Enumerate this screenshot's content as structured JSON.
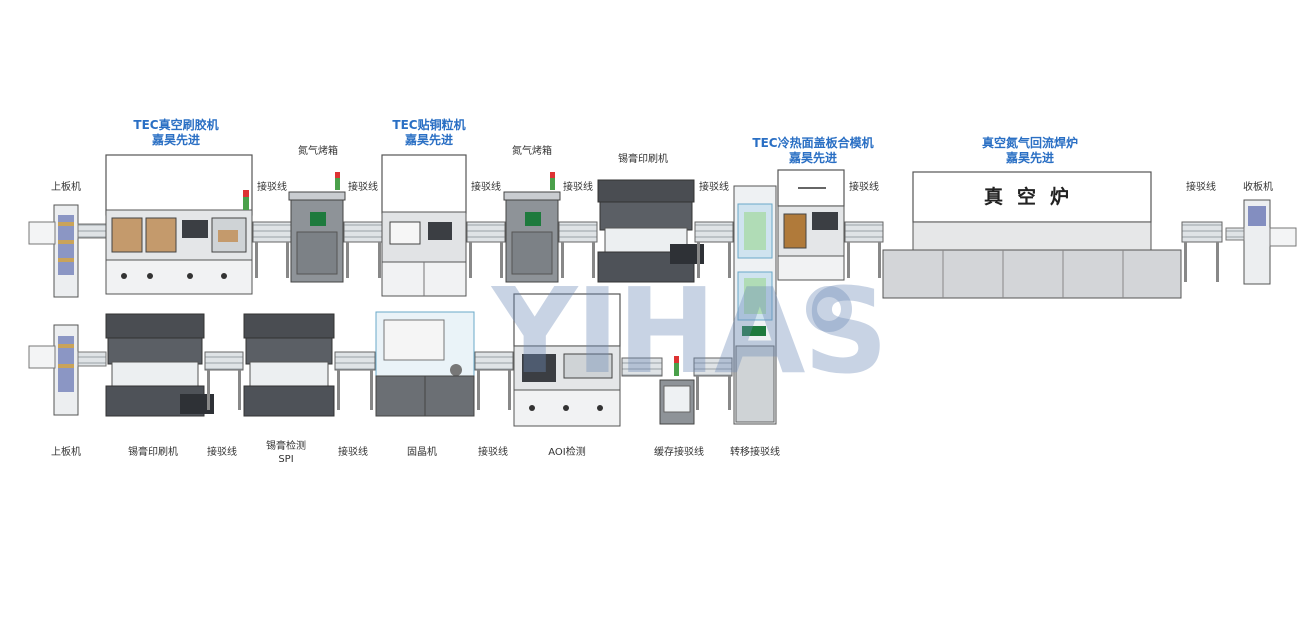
{
  "top_row": {
    "groups": [
      {
        "line1": "TEC真空刷胶机",
        "line2": "嘉昊先进"
      },
      {
        "line1": "TEC贴铜粒机",
        "line2": "嘉昊先进"
      },
      {
        "line1": "TEC冷热面盖板合模机",
        "line2": "嘉昊先进"
      },
      {
        "line1": "真空氮气回流焊炉",
        "line2": "嘉昊先进"
      }
    ],
    "labels": [
      "上板机",
      "氮气烤箱",
      "接驳线",
      "接驳线",
      "接驳线",
      "氮气烤箱",
      "接驳线",
      "锡膏印刷机",
      "接驳线",
      "接驳线",
      "接驳线",
      "收板机"
    ],
    "furnace_text": "真空炉"
  },
  "bottom_row": {
    "labels": [
      "上板机",
      "锡膏印刷机",
      "接驳线",
      "锡膏检测",
      "SPI",
      "接驳线",
      "固晶机",
      "接驳线",
      "AOI检测",
      "缓存接驳线",
      "转移接驳线"
    ]
  },
  "watermark": {
    "text": "YIHAS"
  },
  "colors": {
    "accent": "#2a6fc4",
    "machine_dark": "#4a4d52",
    "machine_light": "#e8e8e8",
    "glass": "#cfe3ef"
  }
}
